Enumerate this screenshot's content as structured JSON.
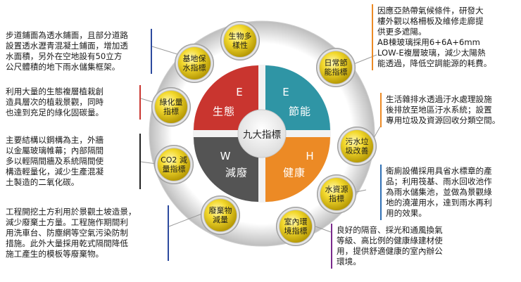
{
  "center": {
    "label": "九大指標"
  },
  "sectors": [
    {
      "letter": "E",
      "name": "生態",
      "color": "#c9352f"
    },
    {
      "letter": "E",
      "name": "節能",
      "color": "#2f95a5"
    },
    {
      "letter": "W",
      "name": "減廢",
      "color": "#545454"
    },
    {
      "letter": "H",
      "name": "健康",
      "color": "#ec8a25"
    }
  ],
  "indicators": [
    {
      "label": "生物多\n樣性"
    },
    {
      "label": "基地保\n水指標"
    },
    {
      "label": "綠化量\n指標"
    },
    {
      "label": "CO2 減\n量指標"
    },
    {
      "label": "廢棄物\n減量"
    },
    {
      "label": "室內環\n境指標"
    },
    {
      "label": "水資源\n指標"
    },
    {
      "label": "污水垃\n圾改善"
    },
    {
      "label": "日常節\n能指標"
    }
  ],
  "descriptions": [
    {
      "text": "步道鋪面為透水鋪面，且部分道路\n設置透水瀝青混凝土鋪面，增加透\n水面積，另外在空地設有50立方\n公尺體積的地下雨水儲集框架。",
      "accent": "#2c4a9e"
    },
    {
      "text": "利用大量的生態複層植栽創\n造具層次的植栽景觀，同時\n也達到充足的綠化固碳量。",
      "accent": "#c9352f"
    },
    {
      "text": "主要結構以鋼構為主，外牆\n以金屬玻璃帷幕；內部隔間\n多以輕隔間牆及系統隔間使\n構造輕量化，減少生產混凝\n土製造的二氧化碳。",
      "accent": "#222222"
    },
    {
      "text": "工程開挖土方利用於景觀土坡造景，\n減少廢棄土方量。工程施作期間利\n用洗車台、防塵網等空氣污染防制\n措施。此外大量採用乾式隔間降低\n施工產生的模板等廢棄物。",
      "accent": "#2c4a9e"
    },
    {
      "text": "因應亞熱帶氣候條件，研發大\n樓外觀以格柵板及維修走廊提\n供更多遮陽。\nAB棟玻璃採用6+6A+6mm\nLOW-E複層玻璃，減少太陽熱\n能透過，降低空調能源的耗費。",
      "accent": "#ec8a25"
    },
    {
      "text": "生活雜排水透過汙水處理設施\n後排放至地區汙水系統；設置\n專用垃圾及資源回收分類空間。",
      "accent": "#ec8a25"
    },
    {
      "text": "衛廁設備採用具省水標章的產\n品；利用筏基、雨水回收池作\n為雨水儲集池，並做為景觀綠\n地的澆灌用水，達到雨水再利\n用的效果。",
      "accent": "#2f6fb4"
    },
    {
      "text": "良好的隔音、採光和通風換氣\n等級、高比例的健康綠建材使\n用，提供舒適健康的室內辦公\n環境。",
      "accent": "#7a2a8c"
    }
  ]
}
